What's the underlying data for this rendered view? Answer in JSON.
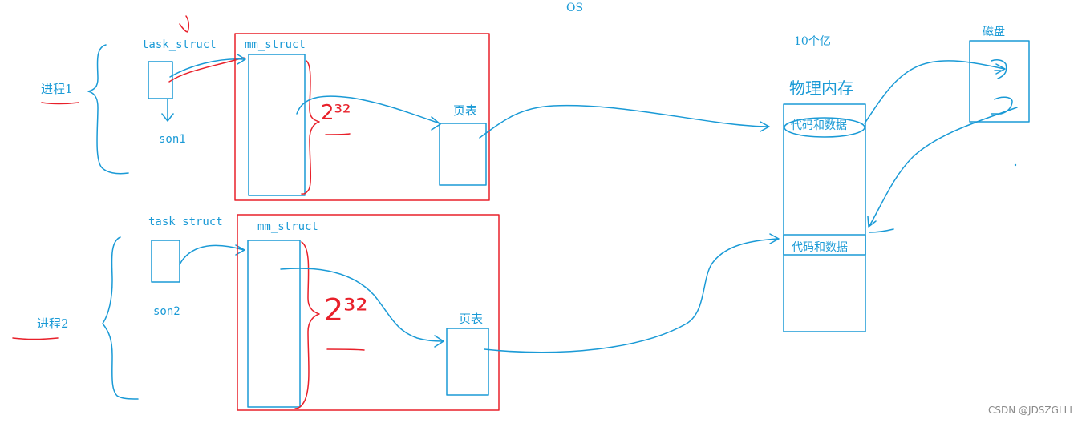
{
  "os_label": "OS",
  "memory_count": "10个亿",
  "physical_memory": {
    "title": "物理内存",
    "segment1": "代码和数据",
    "segment2": "代码和数据"
  },
  "disk": {
    "title": "磁盘"
  },
  "process1": {
    "label": "进程1",
    "task_struct": "task_struct",
    "son": "son1",
    "mm_struct": "mm_struct",
    "page_table": "页表",
    "address_space_size": "2³²"
  },
  "process2": {
    "label": "进程2",
    "task_struct": "task_struct",
    "son": "son2",
    "mm_struct": "mm_struct",
    "page_table": "页表",
    "address_space_size": "2³²"
  },
  "watermark": "CSDN @JDSZGLLL",
  "colors": {
    "blue": "#1a9ad6",
    "red": "#e8202a",
    "watermark": "#8a8a8a"
  }
}
